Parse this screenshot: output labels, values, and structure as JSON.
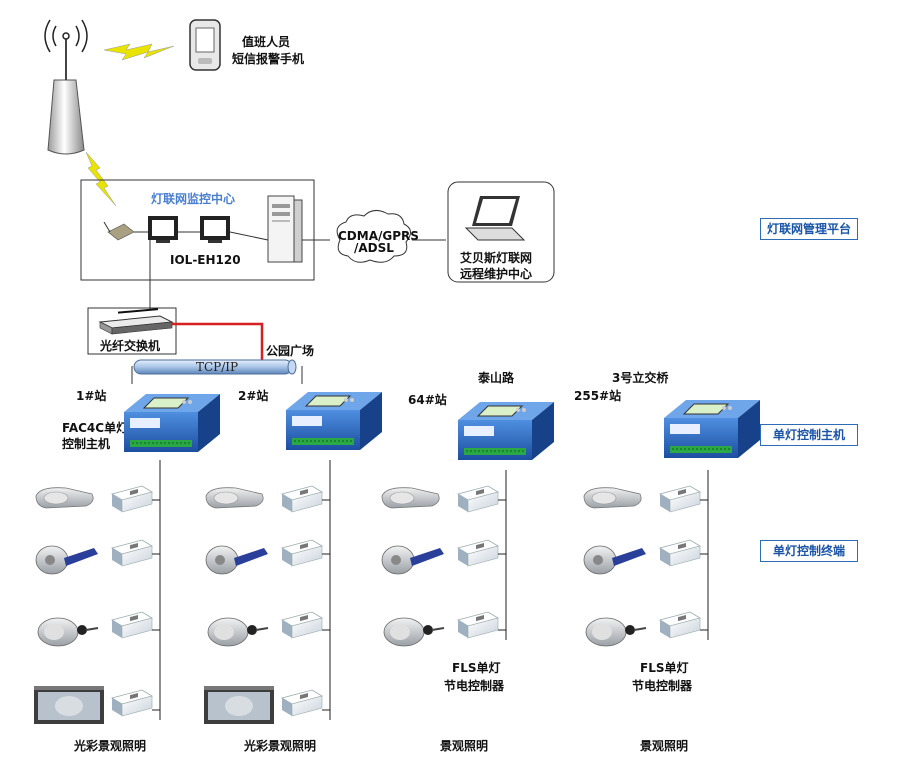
{
  "phone": {
    "line1": "值班人员",
    "line2": "短信报警手机"
  },
  "center": {
    "title": "灯联网监控中心",
    "device": "IOL-EH120"
  },
  "cloud": {
    "line1": "CDMA/GPRS",
    "line2": "/ADSL"
  },
  "remote": {
    "line1": "艾贝斯灯联网",
    "line2": "远程维护中心"
  },
  "switch": {
    "label": "光纤交换机"
  },
  "network": {
    "bus_label": "TCP/IP",
    "park_label": "公园广场"
  },
  "side_labels": {
    "platform": "灯联网管理平台",
    "controller": "单灯控制主机",
    "terminal": "单灯控制终端"
  },
  "stations": [
    {
      "id": "1#站",
      "controller_line1": "FAC4C单灯",
      "controller_line2": "控制主机",
      "location": "",
      "footer": "光彩景观照明"
    },
    {
      "id": "2#站",
      "controller_line1": "",
      "controller_line2": "",
      "location": "",
      "footer": "光彩景观照明"
    },
    {
      "id": "64#站",
      "controller_line1": "",
      "controller_line2": "",
      "location": "泰山路",
      "fls_line1": "FLS单灯",
      "fls_line2": "节电控制器",
      "footer": "景观照明"
    },
    {
      "id": "255#站",
      "controller_line1": "",
      "controller_line2": "",
      "location": "3号立交桥",
      "fls_line1": "FLS单灯",
      "fls_line2": "节电控制器",
      "footer": "景观照明"
    }
  ],
  "colors": {
    "accent_blue": "#2e6db5",
    "lightning": "#e8e400",
    "fiber": "#d42020"
  }
}
